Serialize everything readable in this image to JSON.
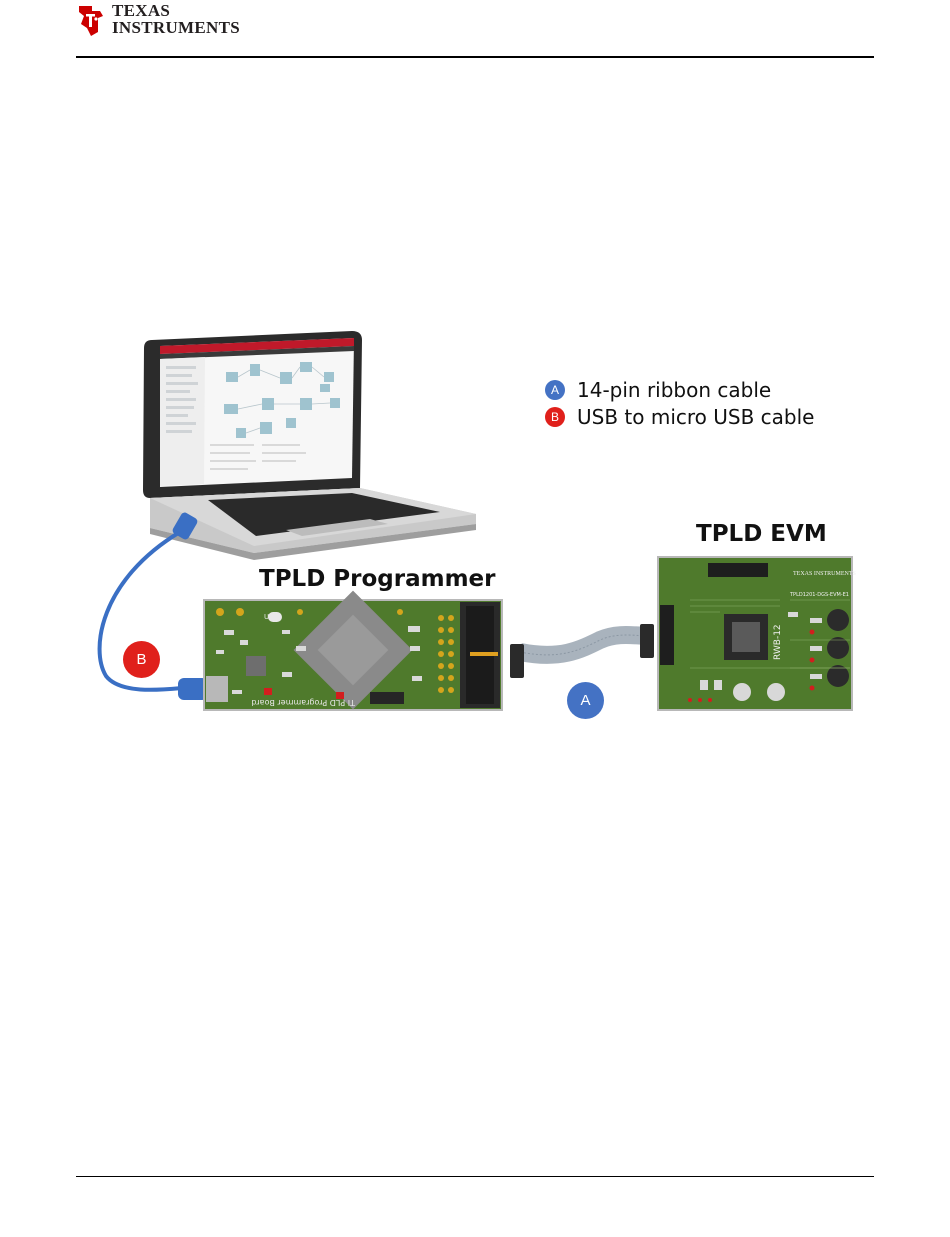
{
  "header": {
    "logo_line1": "TEXAS",
    "logo_line2": "INSTRUMENTS"
  },
  "legend": {
    "items": [
      {
        "marker": "A",
        "label": "14-pin ribbon cable",
        "color": "#4472c4"
      },
      {
        "marker": "B",
        "label": "USB to micro USB cable",
        "color": "#e0201b"
      }
    ]
  },
  "labels": {
    "programmer": "TPLD Programmer",
    "evm": "TPLD EVM"
  },
  "callouts": {
    "a": "A",
    "b": "B"
  },
  "board_text": {
    "programmer_silkscreen": "TI PLD Programmer Board",
    "programmer_usb": "USB",
    "evm_logo": "TEXAS INSTRUMENTS",
    "evm_part": "TPLD1201-DGS-EVM-E1",
    "evm_rwb": "RWB-12"
  },
  "colors": {
    "ti_red": "#cc0000",
    "pcb_green": "#4f7a2c",
    "cable_blue": "#3a6fc4"
  }
}
